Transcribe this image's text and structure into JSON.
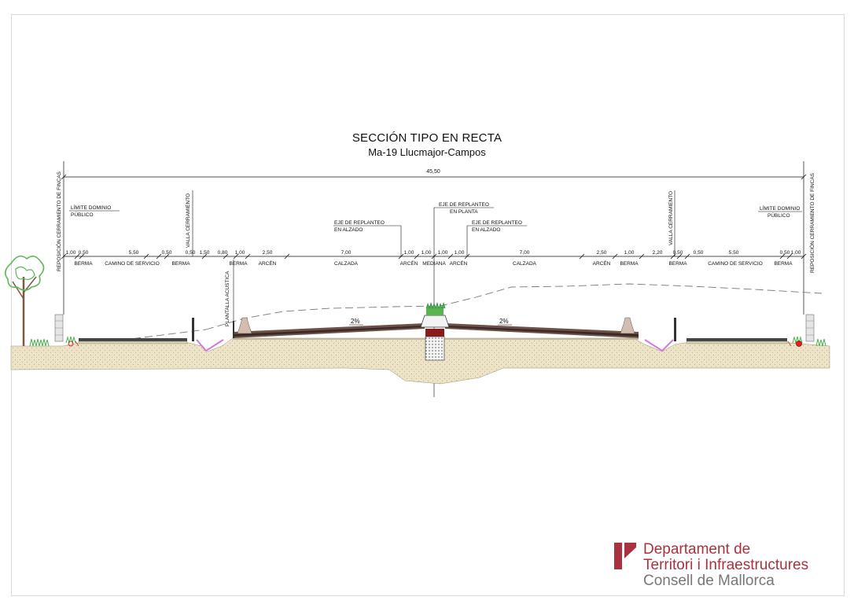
{
  "title": {
    "main": "SECCIÓN TIPO EN RECTA",
    "sub": "Ma-19 Llucmajor-Campos"
  },
  "overall_width": "45,50",
  "dimensions": [
    "1,00",
    "0,50",
    "5,50",
    "0,50",
    "0,50",
    "1,50",
    "0,80",
    "1,00",
    "2,50",
    "7,00",
    "1,00",
    "1,00",
    "1,00",
    "1,00",
    "7,00",
    "2,50",
    "1,00",
    "2,20",
    "0,50",
    "0,50",
    "5,50",
    "0,50",
    "1,00"
  ],
  "zones": [
    "BERMA",
    "CAMINO DE SERVICIO",
    "BERMA",
    "BERMA",
    "ARCÉN",
    "CALZADA",
    "ARCÉN",
    "MEDIANA",
    "ARCÉN",
    "CALZADA",
    "ARCÉN",
    "BERMA",
    "BERMA",
    "CAMINO DE SERVICIO",
    "BERMA"
  ],
  "callouts": {
    "limite_left": [
      "LÍMITE DOMINIO",
      "PÚBLICO"
    ],
    "limite_right": [
      "LÍMITE DOMINIO",
      "PÚBLICO"
    ],
    "eje_alzado_left": [
      "EJE DE REPLANTEO",
      "EN ALZADO"
    ],
    "eje_planta": [
      "EJE DE REPLANTEO",
      "EN PLANTA"
    ],
    "eje_alzado_right": [
      "EJE DE REPLANTEO",
      "EN ALZADO"
    ]
  },
  "vertical_labels": {
    "reposicion_left": "REPOSICIÓN CERRAMIENTO DE FINCAS",
    "valla_left": "VALLA CERRAMIENTO",
    "pantalla": "PLANTALLA ACUSTICA",
    "valla_right": "VALLA CERRAMIENTO",
    "reposicion_right": "REPOSICIÓN CERRAMIENTO DE FINCAS"
  },
  "slopes": [
    "2%",
    "2%"
  ],
  "logo": {
    "line1": "Departament de",
    "line2": "Territori i Infraestructures",
    "line3": "Consell de Mallorca"
  },
  "colors": {
    "logo_red": "#a8323e",
    "ditch": "#d27ad6",
    "ground": "#ebe1c4",
    "vegetation": "#4caf50",
    "pavement": "#333333"
  }
}
